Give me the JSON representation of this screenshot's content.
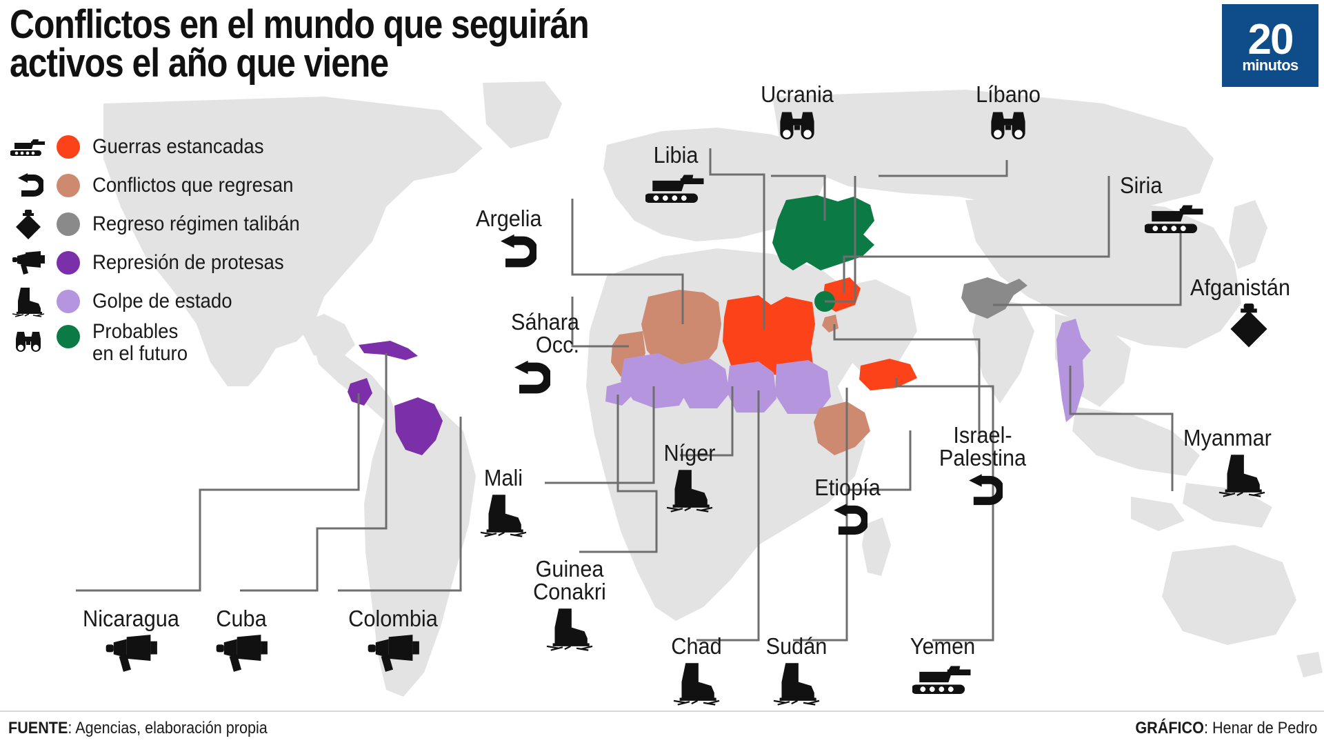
{
  "title": "Conflictos en el mundo que seguirán\nactivos el año que viene",
  "logo": {
    "number": "20",
    "word": "minutos",
    "bg": "#0f4c8a",
    "fg": "#ffffff"
  },
  "colors": {
    "stalled_war": "#FC4218",
    "returning_conflict": "#CE8A70",
    "taliban_gray": "#8A8A8A",
    "protest_purple": "#7B2FA8",
    "coup_lilac": "#B495DE",
    "future_green": "#0C7A45",
    "land": "#E3E3E3",
    "leader_line": "#6E6E6E",
    "text": "#1a1a1a"
  },
  "legend": {
    "items": [
      {
        "icon": "tank-icon",
        "color": "#FC4218",
        "label": "Guerras estancadas"
      },
      {
        "icon": "return-arrow-icon",
        "color": "#CE8A70",
        "label": "Conflictos que regresan"
      },
      {
        "icon": "bomb-diamond-icon",
        "color": "#8A8A8A",
        "label": "Regreso régimen talibán"
      },
      {
        "icon": "megaphone-icon",
        "color": "#7B2FA8",
        "label": "Represión de protesas"
      },
      {
        "icon": "boot-icon",
        "color": "#B495DE",
        "label": "Golpe de estado"
      },
      {
        "icon": "binoculars-icon",
        "color": "#0C7A45",
        "label": "Probables\nen el futuro"
      }
    ]
  },
  "callouts": [
    {
      "id": "ucrania",
      "label": "Ucrania",
      "icon": "binoculars-icon"
    },
    {
      "id": "libano",
      "label": "Líbano",
      "icon": "binoculars-icon"
    },
    {
      "id": "libia",
      "label": "Libia",
      "icon": "tank-icon"
    },
    {
      "id": "siria",
      "label": "Siria",
      "icon": "tank-icon"
    },
    {
      "id": "argelia",
      "label": "Argelia",
      "icon": "return-arrow-icon"
    },
    {
      "id": "sahara",
      "label": "Sáhara\nOcc.",
      "icon": "return-arrow-icon"
    },
    {
      "id": "afganistan",
      "label": "Afganistán",
      "icon": "bomb-diamond-icon"
    },
    {
      "id": "israel-palestina",
      "label": "Israel-\nPalestina",
      "icon": "return-arrow-icon"
    },
    {
      "id": "myanmar",
      "label": "Myanmar",
      "icon": "boot-icon"
    },
    {
      "id": "mali",
      "label": "Mali",
      "icon": "boot-icon"
    },
    {
      "id": "niger",
      "label": "Níger",
      "icon": "boot-icon"
    },
    {
      "id": "etiopia",
      "label": "Etiopía",
      "icon": "return-arrow-icon"
    },
    {
      "id": "guinea",
      "label": "Guinea\nConakri",
      "icon": "boot-icon"
    },
    {
      "id": "chad",
      "label": "Chad",
      "icon": "boot-icon"
    },
    {
      "id": "sudan",
      "label": "Sudán",
      "icon": "boot-icon"
    },
    {
      "id": "yemen",
      "label": "Yemen",
      "icon": "tank-icon"
    },
    {
      "id": "nicaragua",
      "label": "Nicaragua",
      "icon": "megaphone-icon"
    },
    {
      "id": "cuba",
      "label": "Cuba",
      "icon": "megaphone-icon"
    },
    {
      "id": "colombia",
      "label": "Colombia",
      "icon": "megaphone-icon"
    }
  ],
  "footer": {
    "source_label": "FUENTE",
    "source_text": ": Agencias, elaboración propia",
    "credit_label": "GRÁFICO",
    "credit_text": ": Henar de Pedro"
  }
}
